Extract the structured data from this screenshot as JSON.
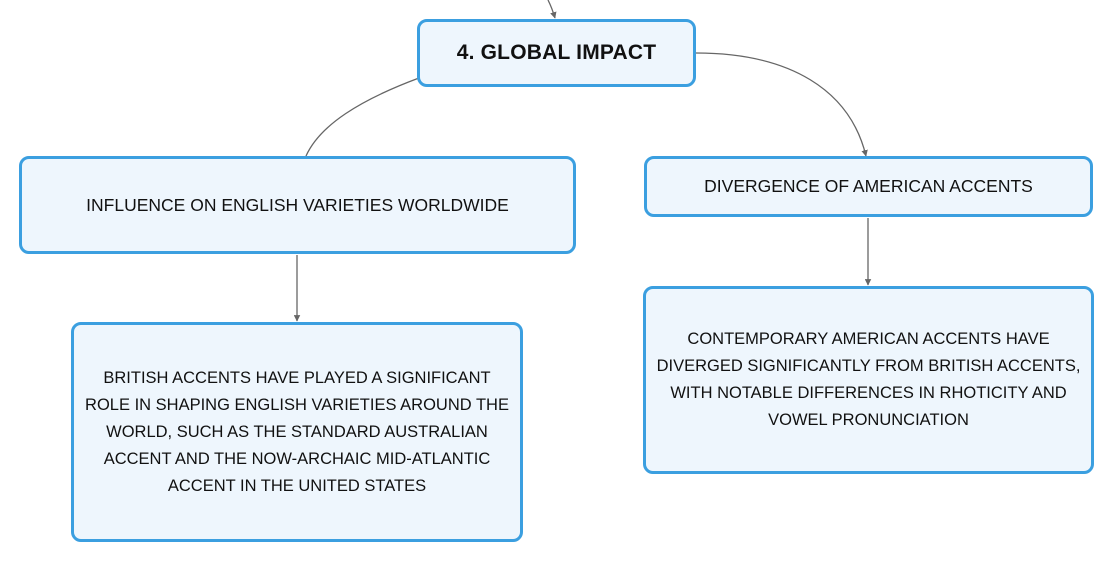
{
  "diagram": {
    "root": {
      "label": "4. GLOBAL IMPACT"
    },
    "branches": [
      {
        "label": "INFLUENCE ON ENGLISH VARIETIES WORLDWIDE",
        "detail": "BRITISH ACCENTS HAVE PLAYED A SIGNIFICANT ROLE IN SHAPING ENGLISH VARIETIES AROUND THE WORLD, SUCH AS THE STANDARD AUSTRALIAN ACCENT AND THE NOW-ARCHAIC MID-ATLANTIC ACCENT IN THE UNITED STATES"
      },
      {
        "label": "DIVERGENCE OF AMERICAN ACCENTS",
        "detail": "CONTEMPORARY AMERICAN ACCENTS HAVE DIVERGED SIGNIFICANTLY FROM BRITISH ACCENTS, WITH NOTABLE DIFFERENCES IN RHOTICITY AND VOWEL PRONUNCIATION"
      }
    ]
  },
  "colors": {
    "node_border": "#3b9fe0",
    "node_fill": "#eef6fd",
    "connector": "#666666",
    "text": "#111111"
  }
}
